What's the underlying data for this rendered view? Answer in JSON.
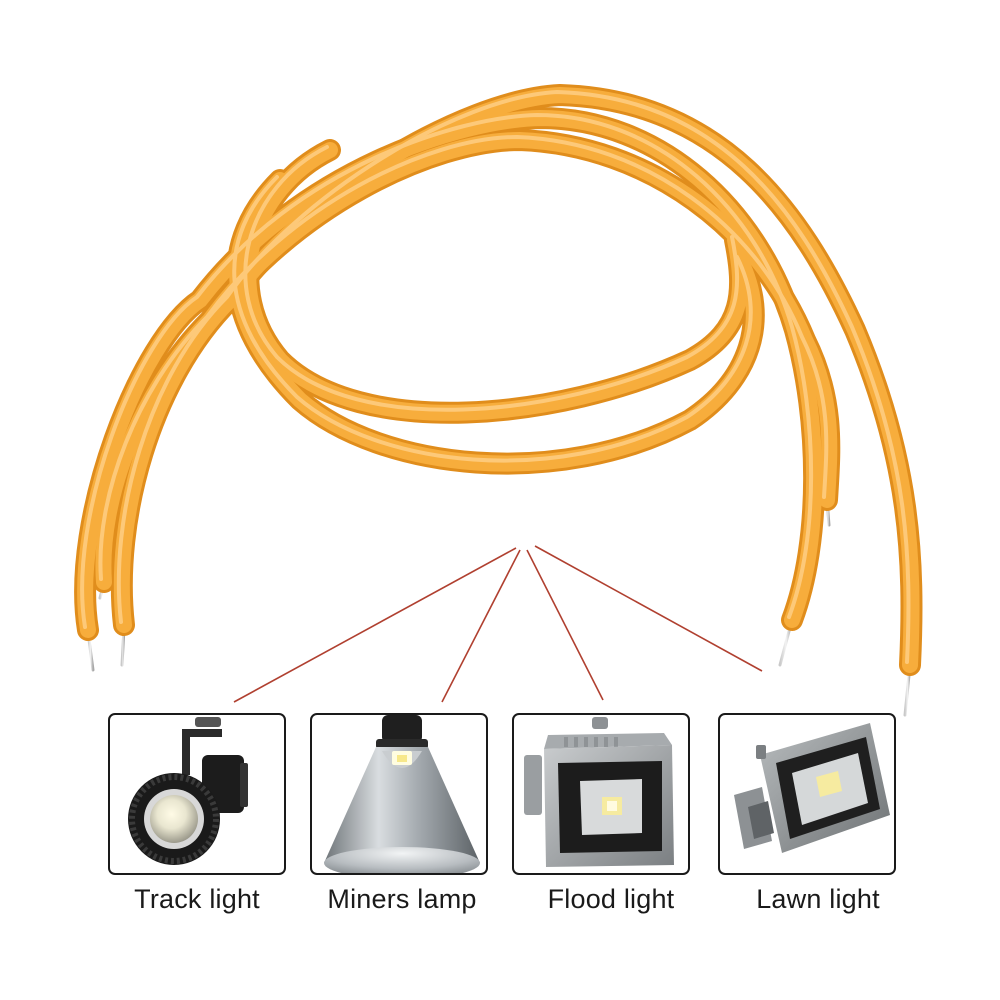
{
  "colors": {
    "filament": "#f7ad3c",
    "filament_highlight": "#ffd089",
    "filament_shadow": "#e08d1c",
    "connector_line": "#b04030",
    "card_border": "#1a1a1a",
    "label_text": "#1a1a1a"
  },
  "applications": [
    {
      "label": "Track light",
      "icon": "track-light-icon"
    },
    {
      "label": "Miners lamp",
      "icon": "miners-lamp-icon"
    },
    {
      "label": "Flood light",
      "icon": "flood-light-icon"
    },
    {
      "label": "Lawn light",
      "icon": "lawn-light-icon"
    }
  ]
}
